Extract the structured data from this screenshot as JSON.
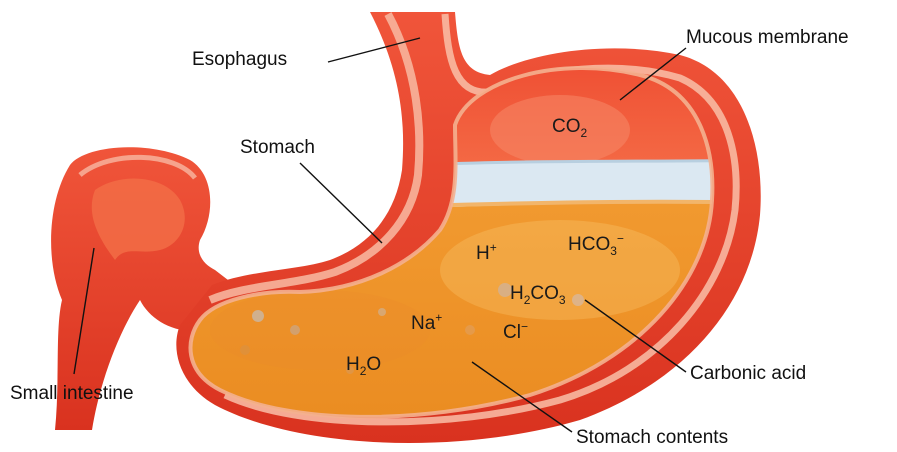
{
  "labels": {
    "esophagus": "Esophagus",
    "mucous_membrane": "Mucous membrane",
    "stomach": "Stomach",
    "small_intestine": "Small intestine",
    "carbonic_acid": "Carbonic acid",
    "stomach_contents": "Stomach contents"
  },
  "chemicals": {
    "co2": {
      "base": "CO",
      "sub": "2"
    },
    "h_plus": {
      "base": "H",
      "sup": "+"
    },
    "hco3_minus": {
      "base": "HCO",
      "sub": "3",
      "sup": "−"
    },
    "h2co3": {
      "pre": "H",
      "sub1": "2",
      "mid": "CO",
      "sub2": "3"
    },
    "na_plus": {
      "base": "Na",
      "sup": "+"
    },
    "cl_minus": {
      "base": "Cl",
      "sup": "−"
    },
    "h2o": {
      "pre": "H",
      "sub": "2",
      "post": "O"
    }
  },
  "colors": {
    "tissue_red": "#e8442c",
    "tissue_light": "#f6a487",
    "contents_orange": "#f39a2c",
    "contents_light": "#f9c56c",
    "foam": "#d8e6f0"
  }
}
